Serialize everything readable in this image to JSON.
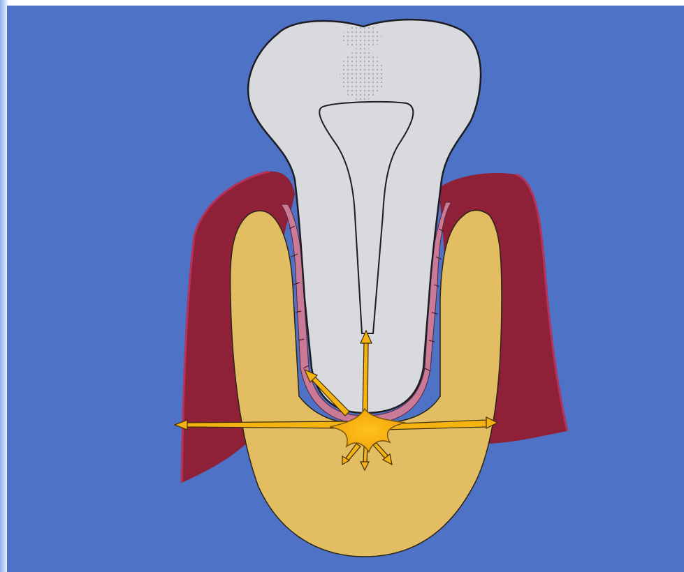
{
  "diagram": {
    "colors": {
      "background": "#4d72c6",
      "gum": "#8e2038",
      "gum_edge": "#b5335a",
      "ligament": "#c87a96",
      "bone": "#e2bd62",
      "tooth": "#d8dadd",
      "tooth_outline": "#1c1c22",
      "lesion": "#f5b311",
      "lesion_edge": "#7a5510"
    },
    "parts": [
      "gum-left",
      "gum-right",
      "alveolar-bone",
      "periodontal-ligament",
      "tooth",
      "pulp-canal",
      "periapical-lesion",
      "spread-arrows"
    ]
  }
}
